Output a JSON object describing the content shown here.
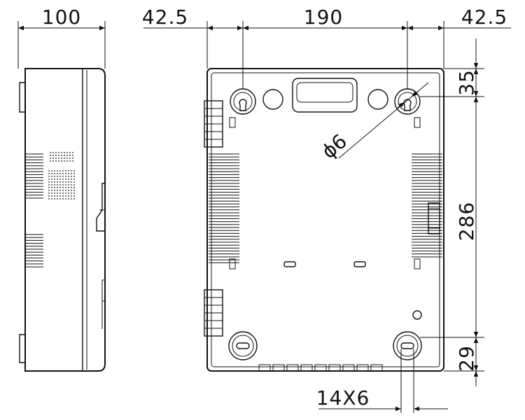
{
  "colors": {
    "line": "#111111",
    "background": "#ffffff"
  },
  "dimensions": {
    "side_width": "100",
    "mount_offset_left": "42.5",
    "mount_spacing": "190",
    "mount_offset_right": "42.5",
    "top_offset": "35",
    "hole_diameter_symbol": "ϕ",
    "hole_diameter": "6",
    "vertical_spacing": "286",
    "bottom_offset": "29",
    "slot_size": "14X6"
  }
}
